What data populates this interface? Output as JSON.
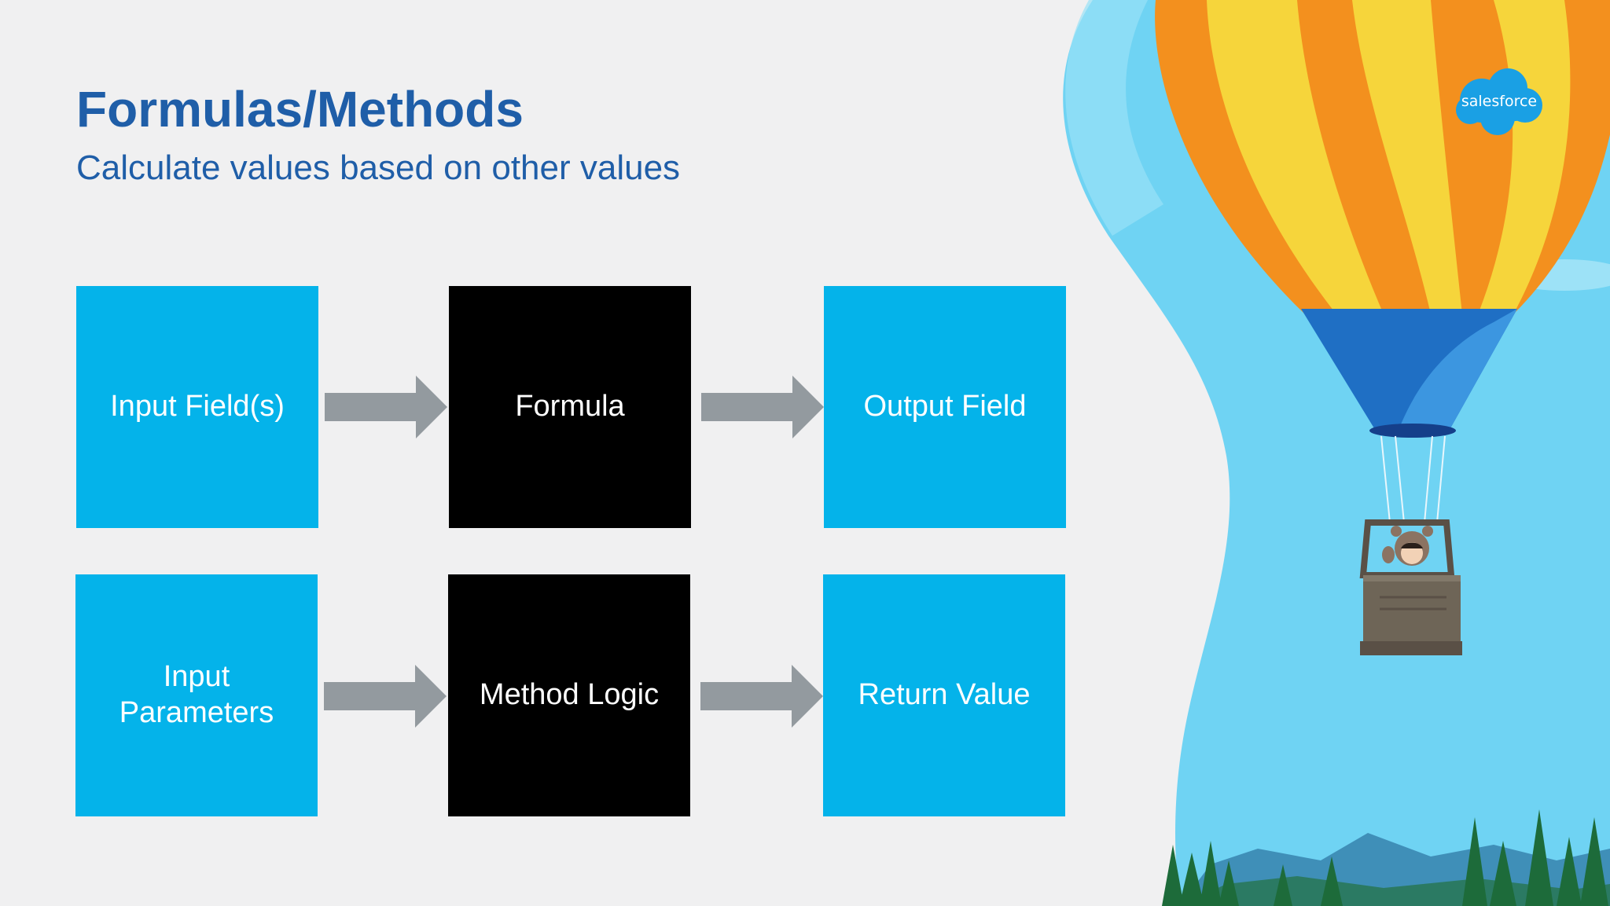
{
  "slide": {
    "title": "Formulas/Methods",
    "subtitle": "Calculate values based on other values"
  },
  "diagram": {
    "rows": [
      {
        "name": "formula",
        "boxes": [
          {
            "label": "Input Field(s)",
            "style": "blue"
          },
          {
            "label": "Formula",
            "style": "black"
          },
          {
            "label": "Output Field",
            "style": "blue"
          }
        ]
      },
      {
        "name": "method",
        "boxes": [
          {
            "label": "Input\nParameters",
            "style": "blue"
          },
          {
            "label": "Method Logic",
            "style": "black"
          },
          {
            "label": "Return Value",
            "style": "blue"
          }
        ]
      }
    ]
  },
  "branding": {
    "logo_text": "salesforce"
  },
  "colors": {
    "title": "#1f5ea8",
    "box_blue": "#04b3ea",
    "box_black": "#000000",
    "arrow": "#939a9f",
    "background": "#f0f0f1",
    "sky": "#6fd3f3",
    "balloon_orange": "#f3901e",
    "balloon_yellow": "#f6d53b",
    "balloon_blue": "#1f6fc4"
  }
}
